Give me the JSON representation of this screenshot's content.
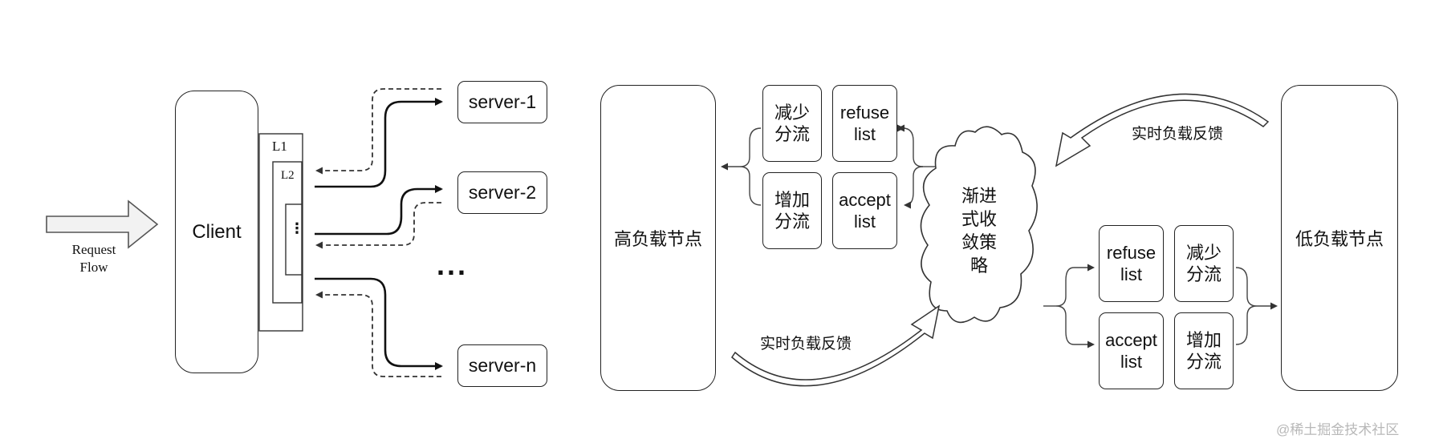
{
  "left": {
    "request_flow": [
      "Request",
      "Flow"
    ],
    "client": "Client",
    "l1": "L1",
    "l2": "L2",
    "l2_dots": "⋮",
    "servers": [
      "server-1",
      "server-2",
      "server-n"
    ],
    "ellipsis": "..."
  },
  "right": {
    "high_node": "高负载节点",
    "low_node": "低负载节点",
    "strategy_lines": [
      "渐进",
      "式收",
      "敛策",
      "略"
    ],
    "feedback_top": "实时负载反馈",
    "feedback_bottom": "实时负载反馈",
    "upper_group": {
      "reduce": [
        "减少",
        "分流"
      ],
      "refuse": [
        "refuse",
        "list"
      ],
      "increase": [
        "增加",
        "分流"
      ],
      "accept": [
        "accept",
        "list"
      ]
    },
    "lower_group": {
      "refuse": [
        "refuse",
        "list"
      ],
      "reduce": [
        "减少",
        "分流"
      ],
      "accept": [
        "accept",
        "list"
      ],
      "increase": [
        "增加",
        "分流"
      ]
    }
  },
  "watermark": "@稀土掘金技术社区"
}
